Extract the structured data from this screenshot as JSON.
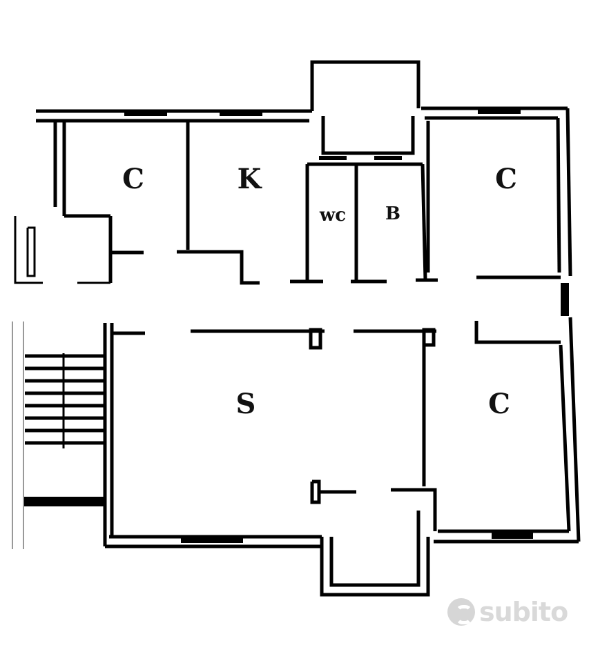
{
  "plan": {
    "rooms": [
      {
        "id": "bedroom-top-left",
        "label": "C"
      },
      {
        "id": "kitchen",
        "label": "K"
      },
      {
        "id": "wc",
        "label": "wc"
      },
      {
        "id": "bathroom",
        "label": "B"
      },
      {
        "id": "bedroom-top-right",
        "label": "C"
      },
      {
        "id": "living-room",
        "label": "S"
      },
      {
        "id": "bedroom-bottom-right",
        "label": "C"
      }
    ],
    "wall_color": "#000000",
    "background_color": "#ffffff"
  },
  "watermark": {
    "text": "subito",
    "color": "#d9d9d9"
  }
}
